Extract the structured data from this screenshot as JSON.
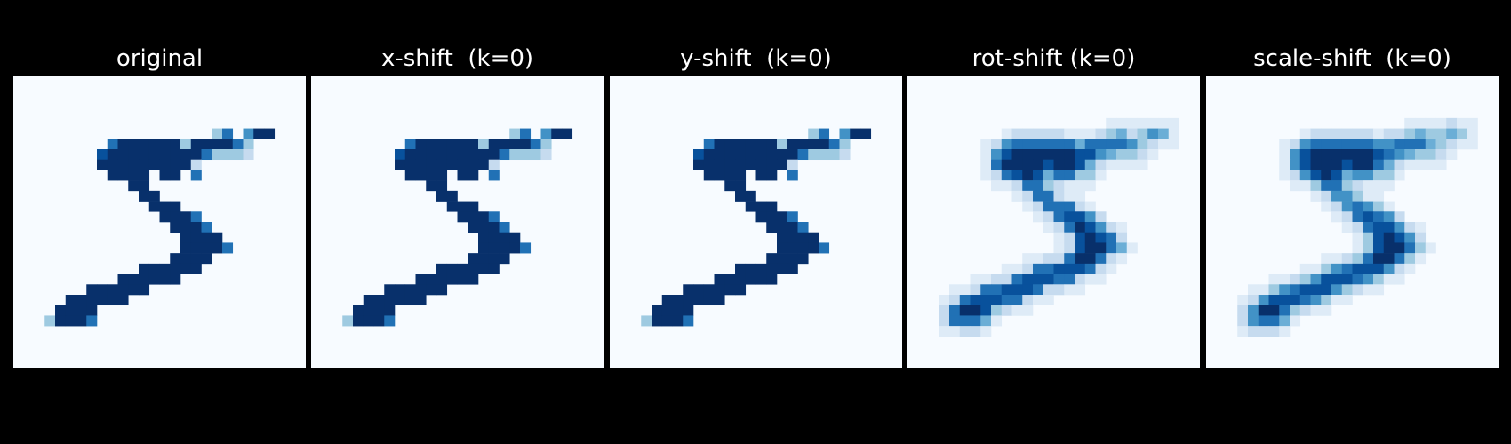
{
  "figure": {
    "background": "#000000",
    "colormap": [
      "#f7fbff",
      "#deebf7",
      "#c6dbef",
      "#9ecae1",
      "#6baed6",
      "#4292c6",
      "#2171b5",
      "#08519c",
      "#08306b"
    ],
    "panels": [
      {
        "title": "original",
        "shift": [
          0,
          0
        ],
        "blur": 0
      },
      {
        "title": "x-shift  (k=0)",
        "shift": [
          0,
          0
        ],
        "blur": 0
      },
      {
        "title": "y-shift  (k=0)",
        "shift": [
          0,
          0
        ],
        "blur": 0
      },
      {
        "title": "rot-shift (k=0)",
        "shift": [
          0,
          0
        ],
        "blur": 1
      },
      {
        "title": "scale-shift  (k=0)",
        "shift": [
          0,
          0
        ],
        "blur": 1.5
      }
    ],
    "digit_rows": [
      "............................",
      "............................",
      "............................",
      "............................",
      "............................",
      "...................36.588...",
      ".........68888883888863.....",
      "........788888888863332.....",
      "........8888888882..........",
      ".........8888.88.6..........",
      "...........88...............",
      "............88..............",
      ".............888............",
      "..............8886..........",
      "...............8886.........",
      "................8888........",
      "................88886.......",
      "...............8888.........",
      "............888888..........",
      "..........888888............",
      ".......888888...............",
      ".....888888.................",
      "....8888....................",
      "...38886....................",
      "............................",
      "............................",
      "............................",
      "............................"
    ]
  }
}
